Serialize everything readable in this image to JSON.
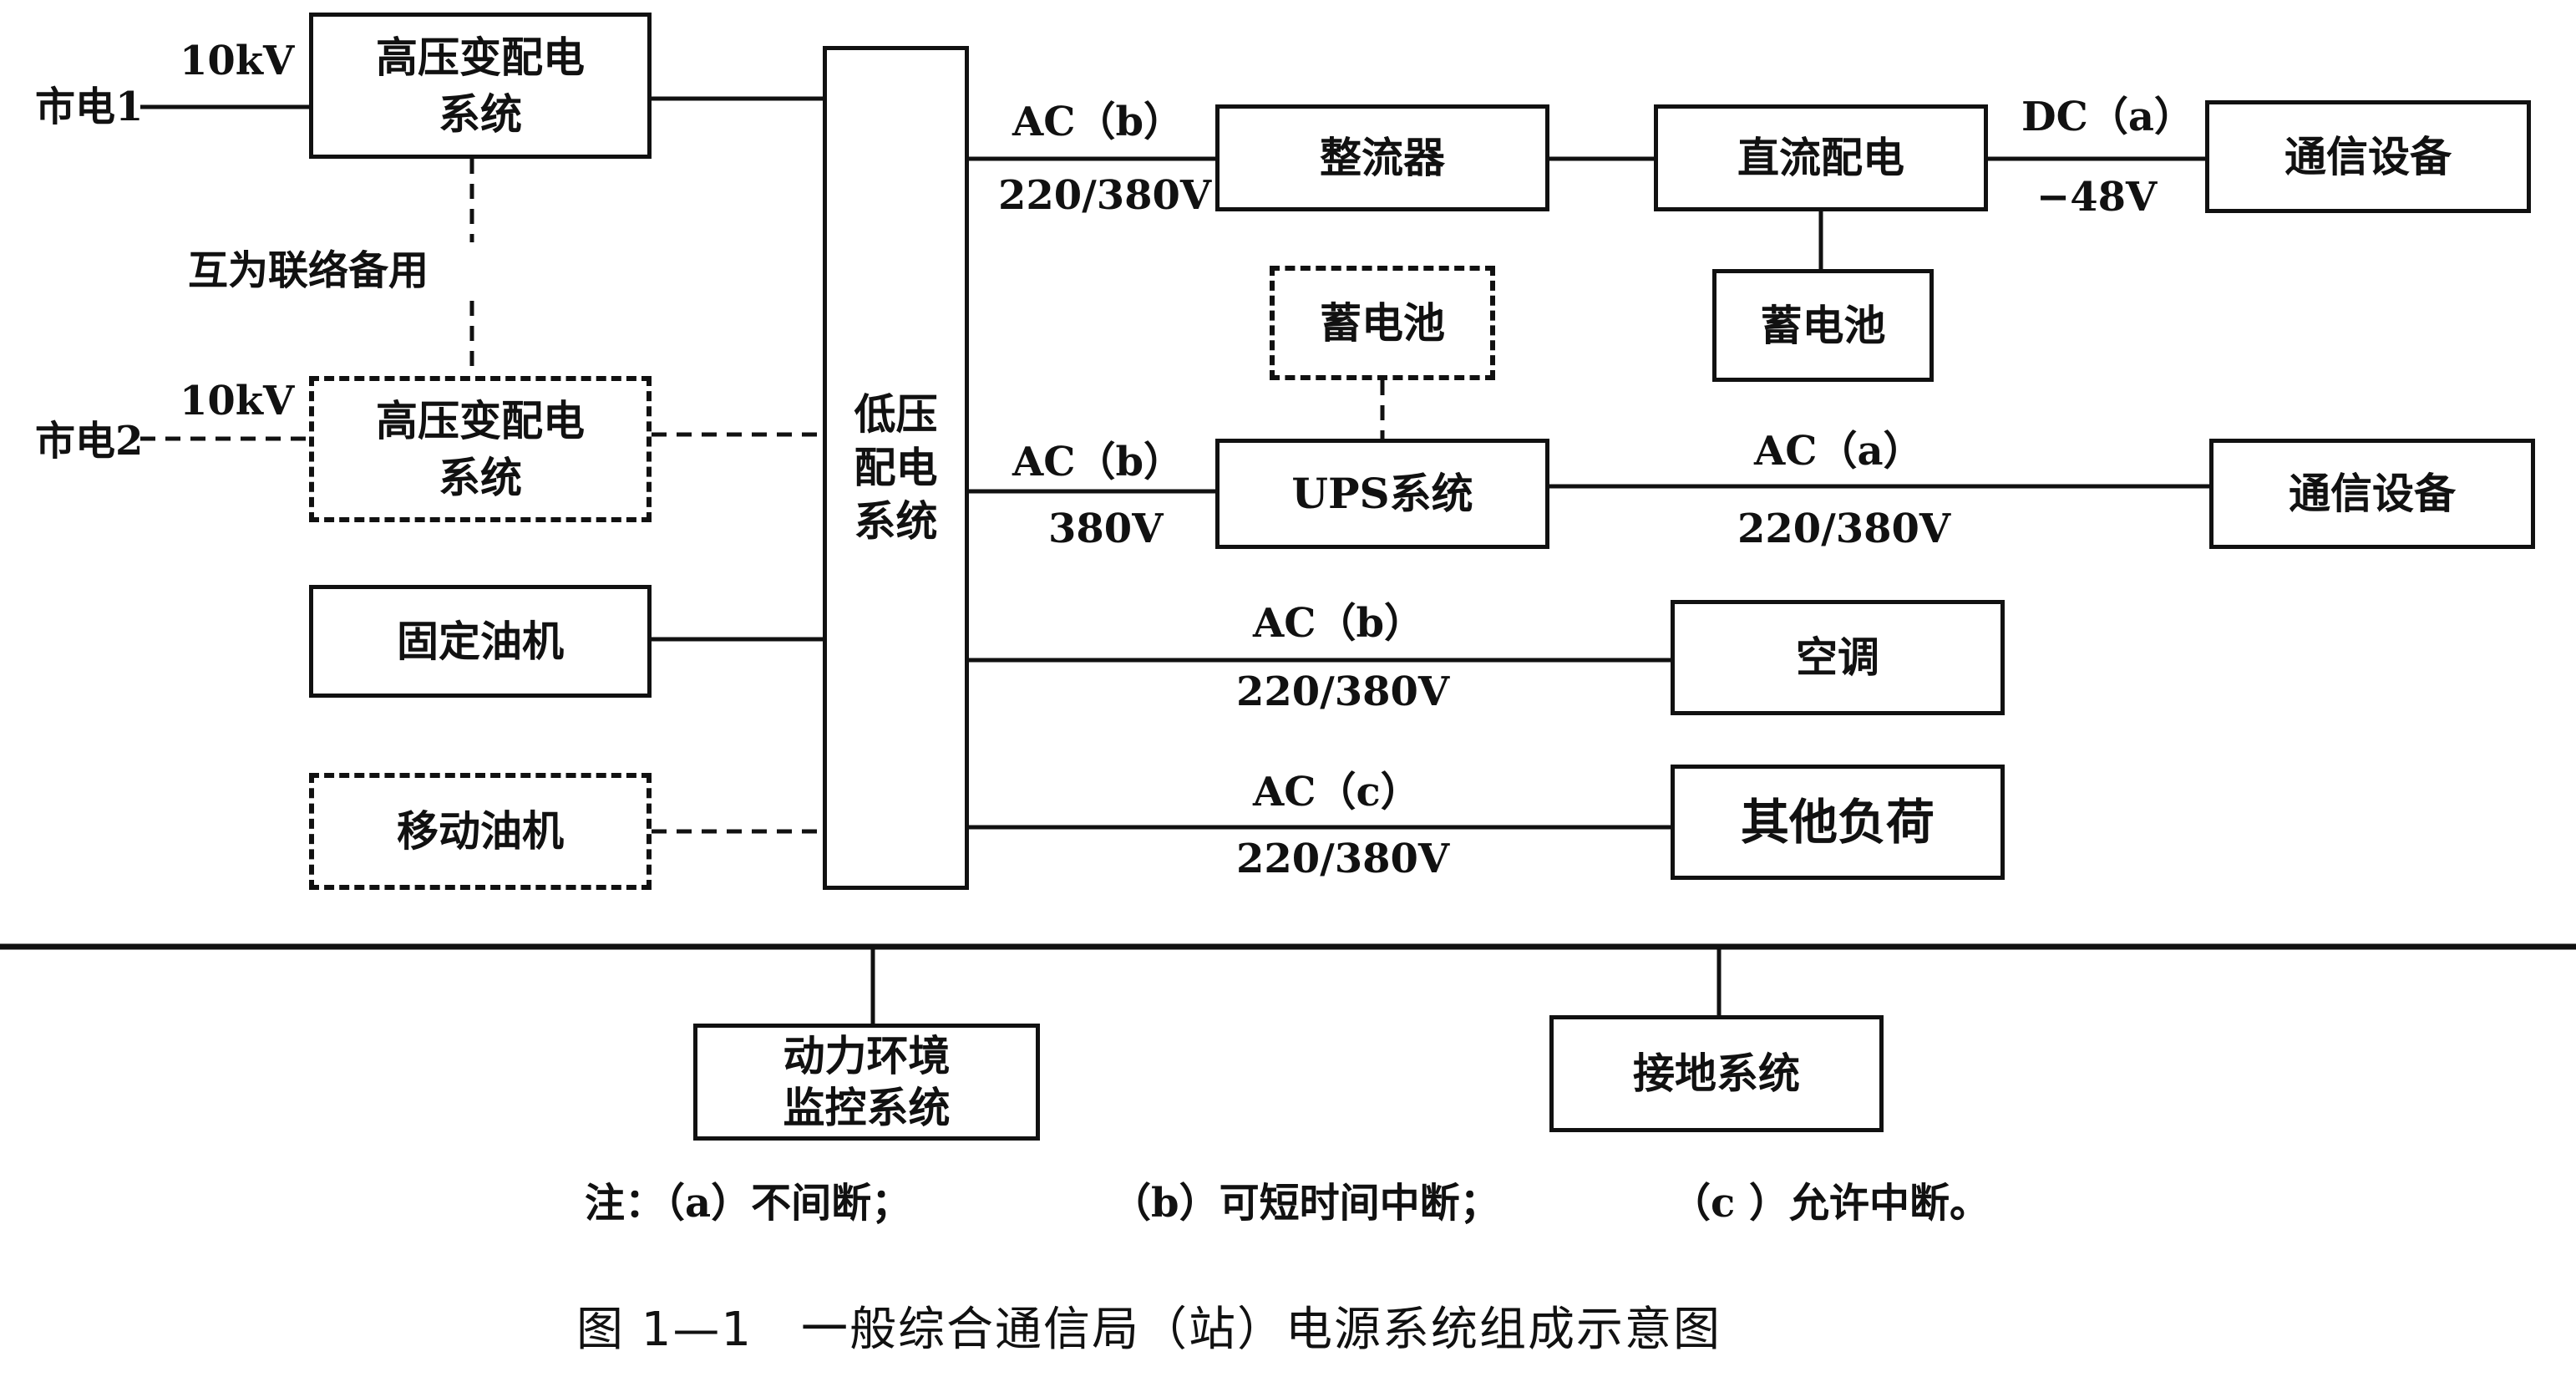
{
  "blocks": {
    "hv1": "高压变配电\n系统",
    "hv2": "高压变配电\n系统",
    "fixed_gen": "固定油机",
    "mobile_gen": "移动油机",
    "lv_dist": "低压\n配电\n系统",
    "rectifier": "整流器",
    "dc_dist": "直流配电",
    "battery_dc": "蓄电池",
    "comm_dc": "通信设备",
    "battery_ups": "蓄电池",
    "ups": "UPS系统",
    "comm_ac": "通信设备",
    "aircon": "空调",
    "other_load": "其他负荷",
    "env_monitor": "动力环境\n监控系统",
    "grounding": "接地系统"
  },
  "labels": {
    "mains1": "市电1",
    "mains2": "市电2",
    "kv1": "10kV",
    "kv2": "10kV",
    "backup": "互为联络备用",
    "rect_ac": "AC（b）",
    "rect_v": "220/380V",
    "dc_type": "DC（a）",
    "dc_v": "−48V",
    "ups_ac": "AC（b）",
    "ups_v": "380V",
    "ups_out_ac": "AC（a）",
    "ups_out_v": "220/380V",
    "aircon_ac": "AC（b）",
    "aircon_v": "220/380V",
    "other_ac": "AC（c）",
    "other_v": "220/380V"
  },
  "note": {
    "a": "注：（a）不间断；",
    "b": "（b）可短时间中断；",
    "c": "（c ）允许中断。"
  },
  "caption": "图 1—1　一般综合通信局（站）电源系统组成示意图",
  "colors": {
    "line": "#111111",
    "background": "#ffffff"
  }
}
